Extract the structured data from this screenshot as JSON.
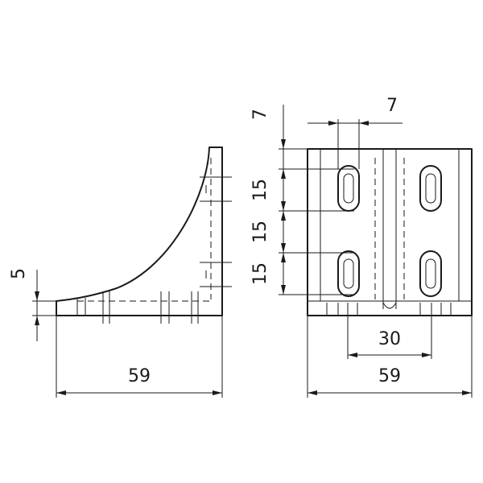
{
  "drawing": {
    "side_view": {
      "dimensions": {
        "width": "59",
        "base_thickness": "5"
      }
    },
    "front_view": {
      "dimensions": {
        "width": "59",
        "hole_spacing_horizontal": "30",
        "slot_width": "7",
        "slot_pitch_1": "15",
        "slot_pitch_2": "15",
        "slot_pitch_3": "15"
      }
    }
  }
}
